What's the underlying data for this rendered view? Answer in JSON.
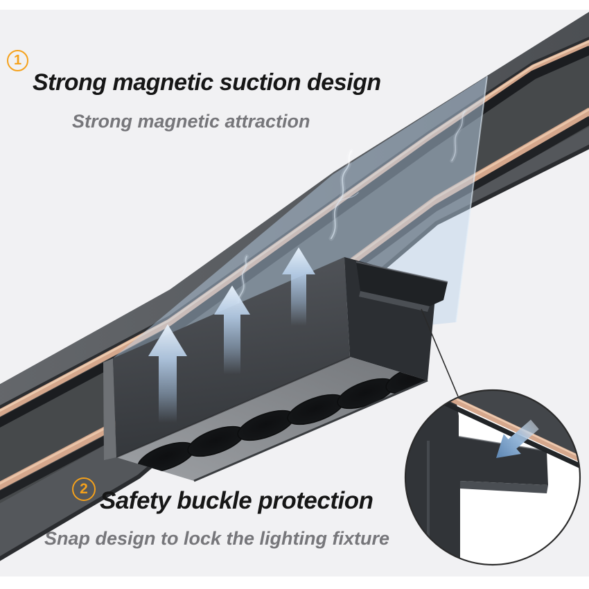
{
  "page": {
    "background": "#f1f1f3",
    "margin_color": "#ffffff"
  },
  "annotations": {
    "feature1": {
      "number": "1",
      "title": "Strong magnetic suction design",
      "subtitle": "Strong magnetic attraction"
    },
    "feature2": {
      "number": "2",
      "title": "Safety buckle protection",
      "subtitle": "Snap design to lock the lighting fixture"
    }
  },
  "colors": {
    "accent_orange": "#F5A11B",
    "title_text": "#161616",
    "subtitle_text": "#76767a",
    "track_gray": "#46494b",
    "copper_stripe": "#d5a78c",
    "fixture_gray": "#3c4044",
    "magnet_arrow_blue": "#aec7e4",
    "field_pane_blue": "#bdd4ea"
  },
  "scene": {
    "track_label": "magnetic track rail",
    "fixture_label": "magnetic linear LED light",
    "led_cell_count": 6,
    "magnet_arrow_count": 3,
    "magnet_arrow_direction": "up",
    "inset_shows": "safety buckle close-up",
    "inset_arrow_direction": "down-left"
  }
}
